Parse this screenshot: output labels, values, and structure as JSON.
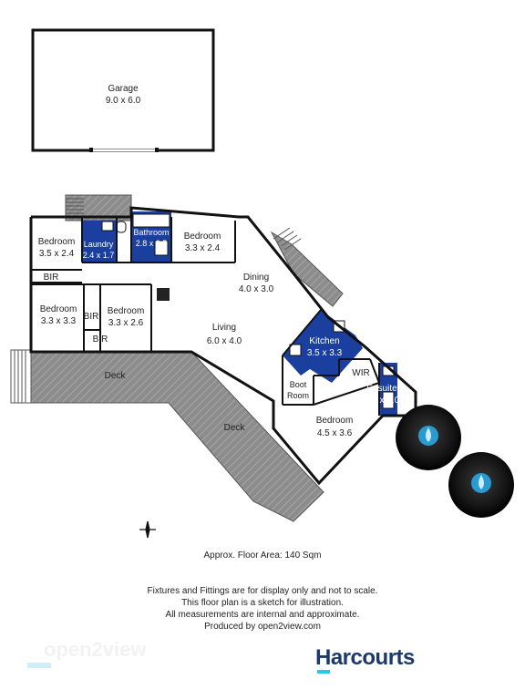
{
  "floorplan": {
    "rooms": [
      {
        "id": "garage",
        "name": "Garage",
        "size": "9.0 x 6.0"
      },
      {
        "id": "bedroom1",
        "name": "Bedroom",
        "size": "3.5 x 2.4"
      },
      {
        "id": "laundry",
        "name": "Laundry",
        "size": "2.4 x 1.7"
      },
      {
        "id": "bathroom",
        "name": "Bathroom",
        "size": "2.8 x 2.5"
      },
      {
        "id": "bedroom2",
        "name": "Bedroom",
        "size": "3.3 x 2.4"
      },
      {
        "id": "dining",
        "name": "Dining",
        "size": "4.0 x 3.0"
      },
      {
        "id": "bedroom3",
        "name": "Bedroom",
        "size": "3.3 x 3.3"
      },
      {
        "id": "bedroom4",
        "name": "Bedroom",
        "size": "3.3 x 2.6"
      },
      {
        "id": "living",
        "name": "Living",
        "size": "6.0 x 4.0"
      },
      {
        "id": "kitchen",
        "name": "Kitchen",
        "size": "3.5 x 3.3"
      },
      {
        "id": "ensuite",
        "name": "Ensuite",
        "size": "2.4 x 2.0"
      },
      {
        "id": "bedroom5",
        "name": "Bedroom",
        "size": "4.5 x 3.6"
      }
    ],
    "labels": {
      "bir": "BIR",
      "wir": "WIR",
      "deck": "Deck",
      "boot_room_1": "Boot",
      "boot_room_2": "Room"
    },
    "colors": {
      "wall": "#111111",
      "wet_area": "#1a3f9e",
      "deck": "#8c8c8c",
      "tank": "#1c1c1c",
      "water_drop": "#2a9bd0"
    }
  },
  "footer": {
    "area": "Approx. Floor Area: 140 Sqm",
    "disclaimer": [
      "Fixtures and Fittings are for display only and not to scale.",
      "This floor plan is a sketch for illustration.",
      "All measurements are internal and approximate.",
      "Produced by open2view.com"
    ],
    "brand": "Harcourts",
    "brand_color": "#1b3a6b",
    "accent_color": "#2ec4e8",
    "watermark": "open2view"
  }
}
